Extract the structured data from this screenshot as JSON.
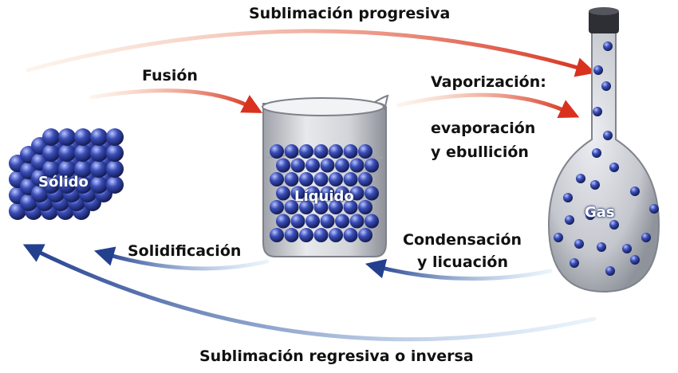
{
  "labels": {
    "sublimacion_progresiva": "Sublimación progresiva",
    "fusion": "Fusión",
    "vaporizacion": "Vaporización:",
    "evaporacion": "evaporación",
    "ebullicion": "y ebullición",
    "condensacion": "Condensación",
    "licuacion": "y licuación",
    "solidificacion": "Solidificación",
    "sublimacion_regresiva": "Sublimación regresiva o inversa"
  },
  "states": {
    "solid": "Sólido",
    "liquid": "Líquido",
    "gas": "Gas"
  },
  "colors": {
    "forward_arrow": "#e0402a",
    "reverse_arrow": "#2a4aa0",
    "particle": "#3a4db8",
    "glass": "#c9cbd0"
  },
  "icons": [
    "solid-cube-icon",
    "beaker-icon",
    "flask-icon"
  ]
}
